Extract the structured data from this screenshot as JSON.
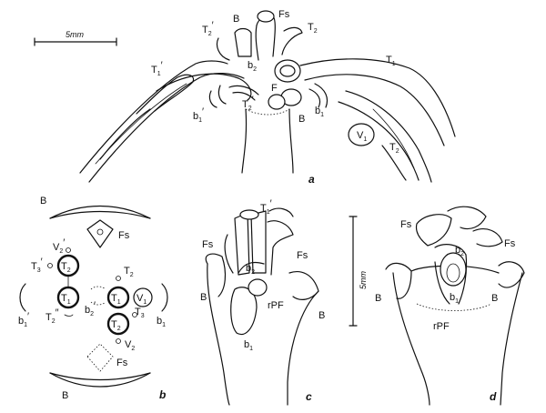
{
  "figure": {
    "panels": {
      "a": {
        "letter": "a",
        "scale": "5mm"
      },
      "b": {
        "letter": "b"
      },
      "c": {
        "letter": "c",
        "scale": "5mm"
      },
      "d": {
        "letter": "d"
      }
    },
    "labels": {
      "B": "B",
      "Fs": "Fs",
      "F": "F",
      "T": "T",
      "V": "V",
      "b": "b",
      "rPF": "rPF",
      "prime": "′",
      "dprime": "″",
      "s1": "1",
      "s2": "2",
      "s3": "3"
    }
  }
}
